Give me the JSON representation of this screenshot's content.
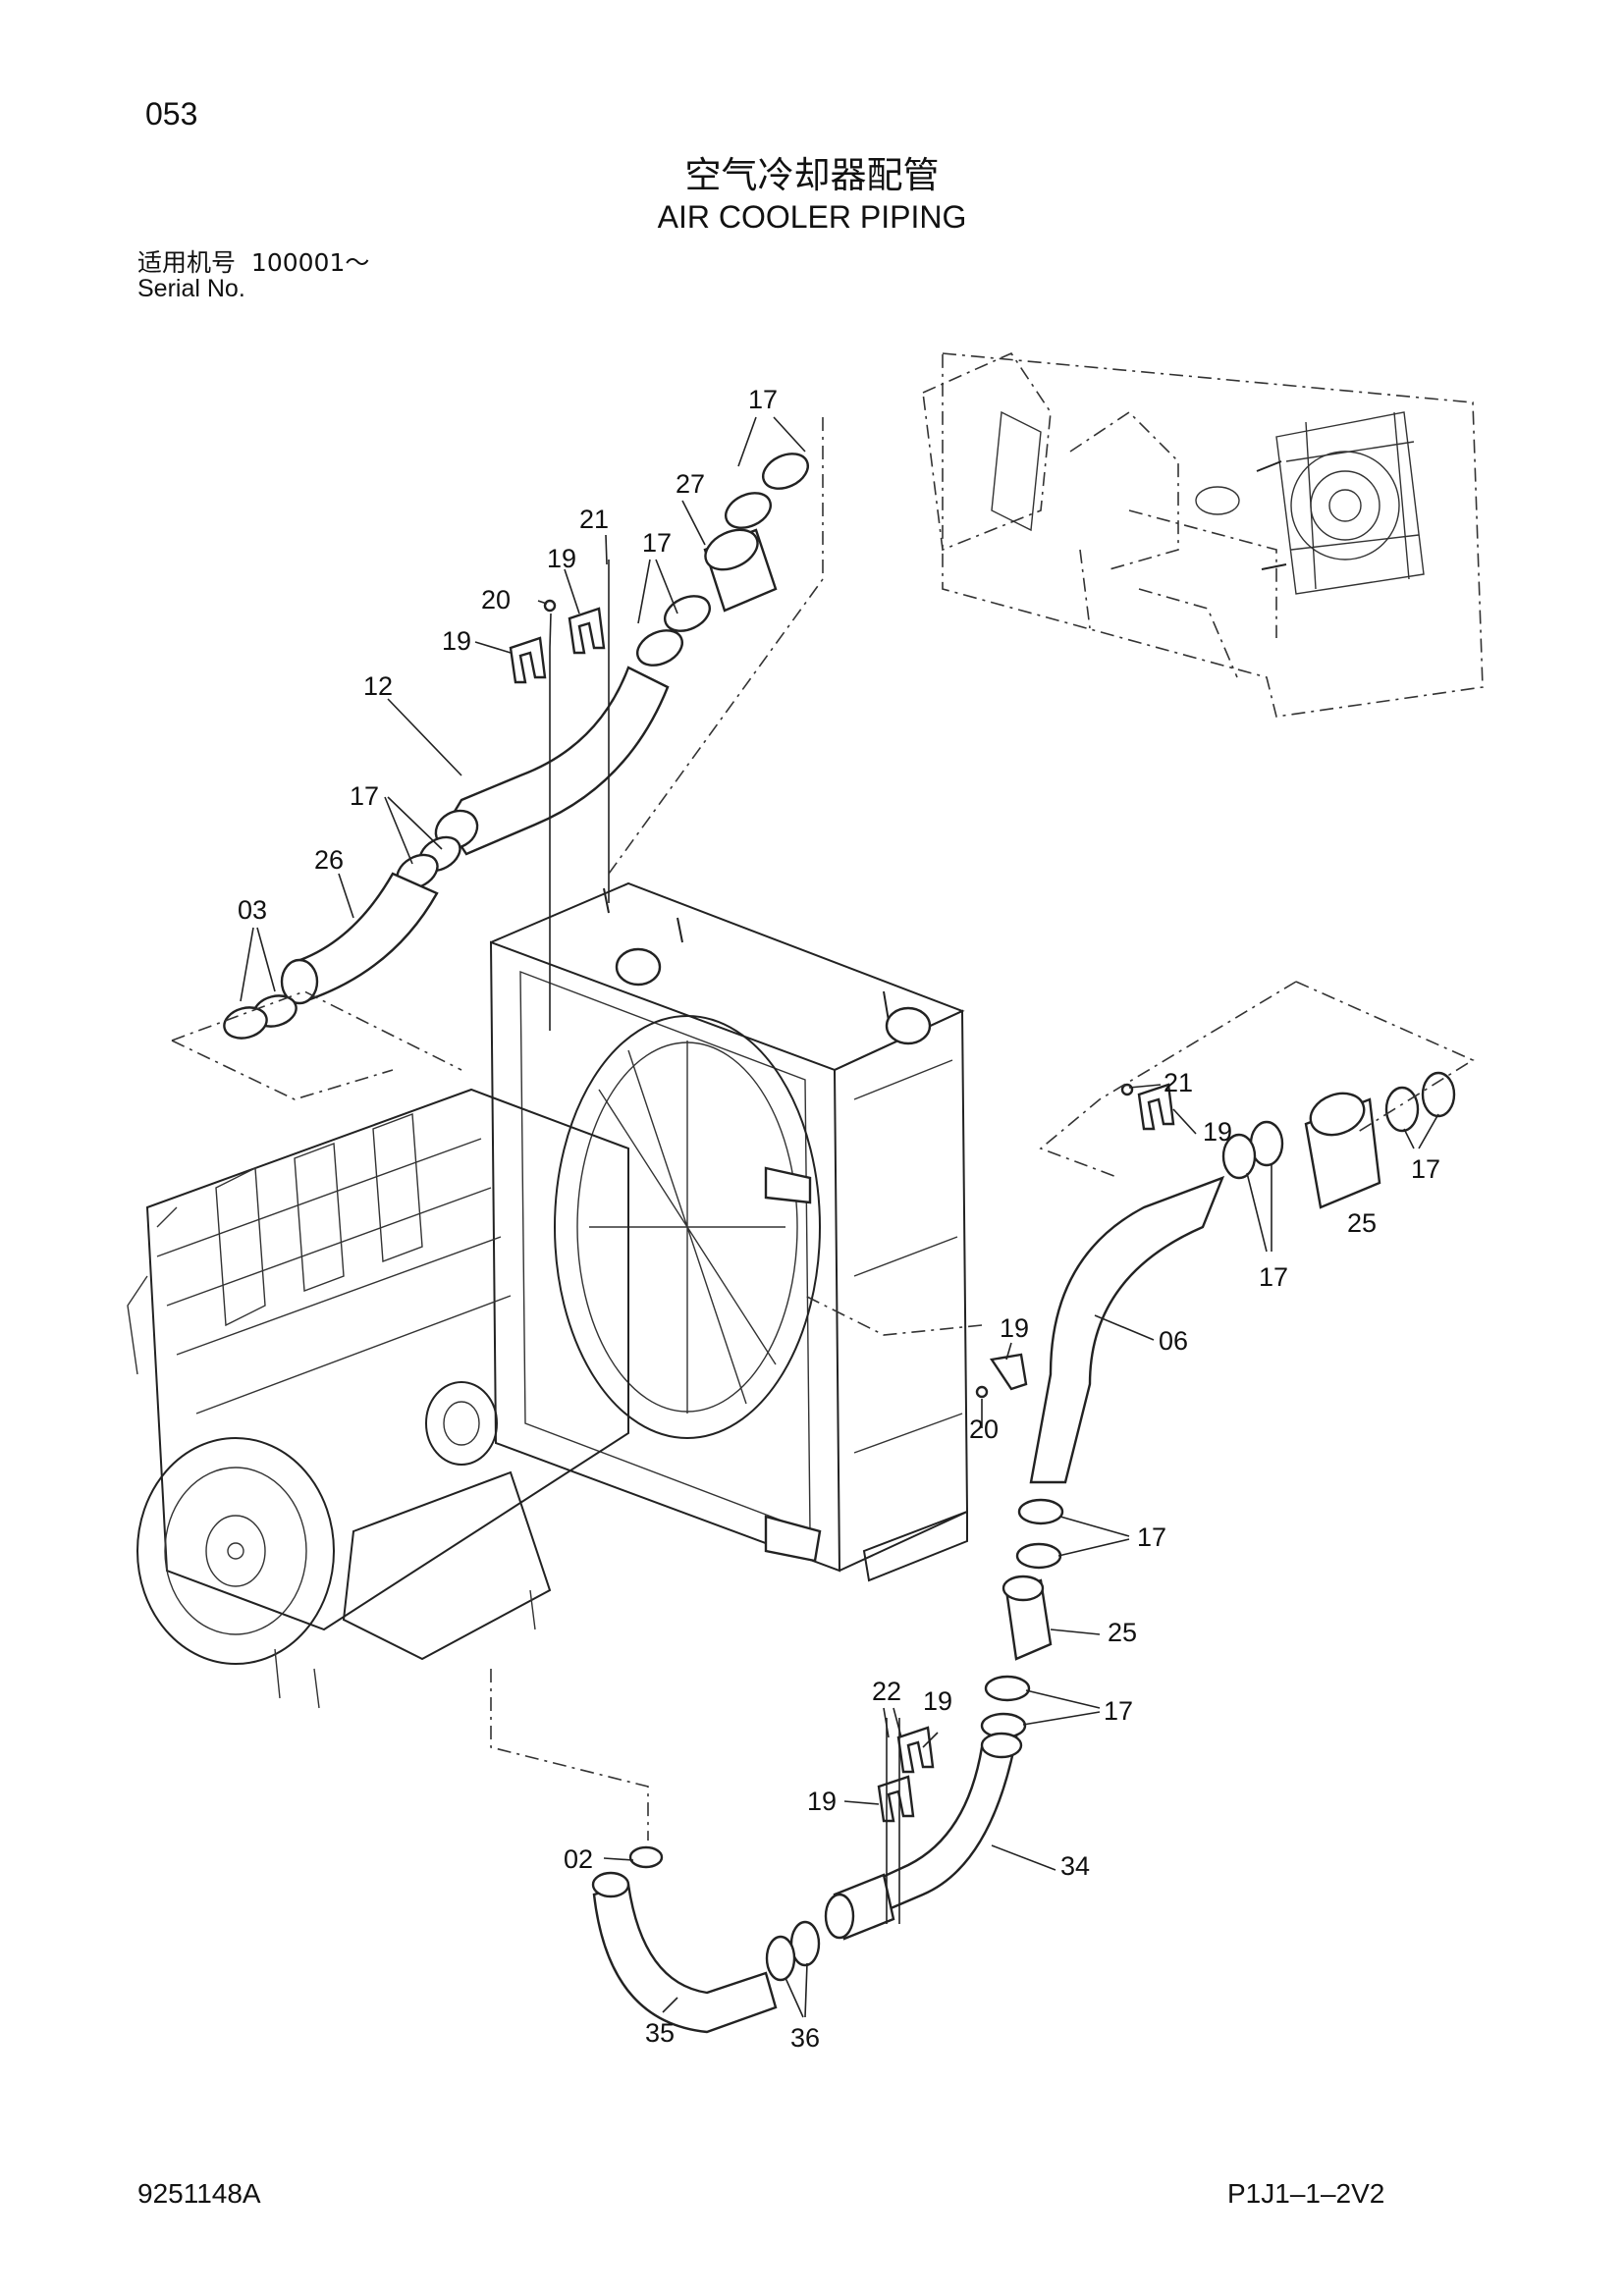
{
  "page_number": "053",
  "title_cn": "空气冷却器配管",
  "title_en": "AIR COOLER PIPING",
  "serial": {
    "label_cn": "适用机号",
    "number": "100001～",
    "label_en": "Serial No."
  },
  "callouts": {
    "c17_top": "17",
    "c27": "27",
    "c21_top": "21",
    "c17_upper": "17",
    "c19_upper": "19",
    "c20_upper": "20",
    "c19_left": "19",
    "c12": "12",
    "c17_mid": "17",
    "c26": "26",
    "c03": "03",
    "c21_right": "21",
    "c19_right": "19",
    "c25_upper": "25",
    "c17_right_a": "17",
    "c17_right_b": "17",
    "c19_mid": "19",
    "c06": "06",
    "c20_mid": "20",
    "c17_lower_a": "17",
    "c25_lower": "25",
    "c17_lower_b": "17",
    "c22": "22",
    "c19_low_a": "19",
    "c19_low_b": "19",
    "c02": "02",
    "c34": "34",
    "c35": "35",
    "c36": "36"
  },
  "footer": {
    "doc_code": "9251148A",
    "page_code": "P1J1–1–2V2"
  }
}
